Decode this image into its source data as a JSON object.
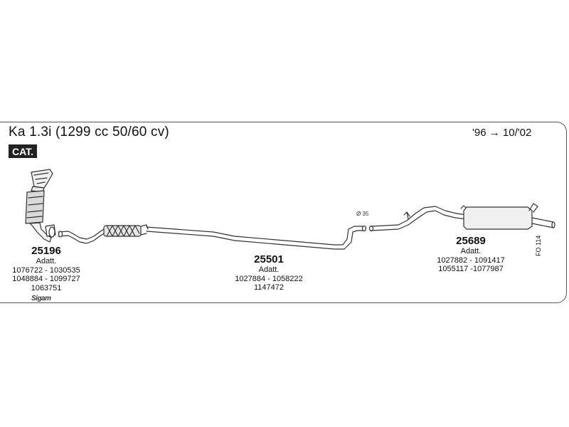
{
  "header": {
    "title": "Ka 1.3i (1299 cc 50/60 cv)",
    "years": "'96 → 10/'02",
    "badge": "CAT."
  },
  "parts": [
    {
      "number": "25196",
      "note": "Adatt.",
      "refs": [
        "1076722 - 1030535",
        "1048884 - 1099727",
        "1063751"
      ]
    },
    {
      "number": "25501",
      "note": "Adatt.",
      "refs": [
        "1027884 - 1058222",
        "1147472"
      ]
    },
    {
      "number": "25689",
      "note": "Adatt.",
      "refs": [
        "1027882 - 1091417",
        "1055117 -1077987"
      ]
    }
  ],
  "diameter_label": "Ø 35",
  "sheet_code": "FO 114",
  "brand": "Sigam"
}
